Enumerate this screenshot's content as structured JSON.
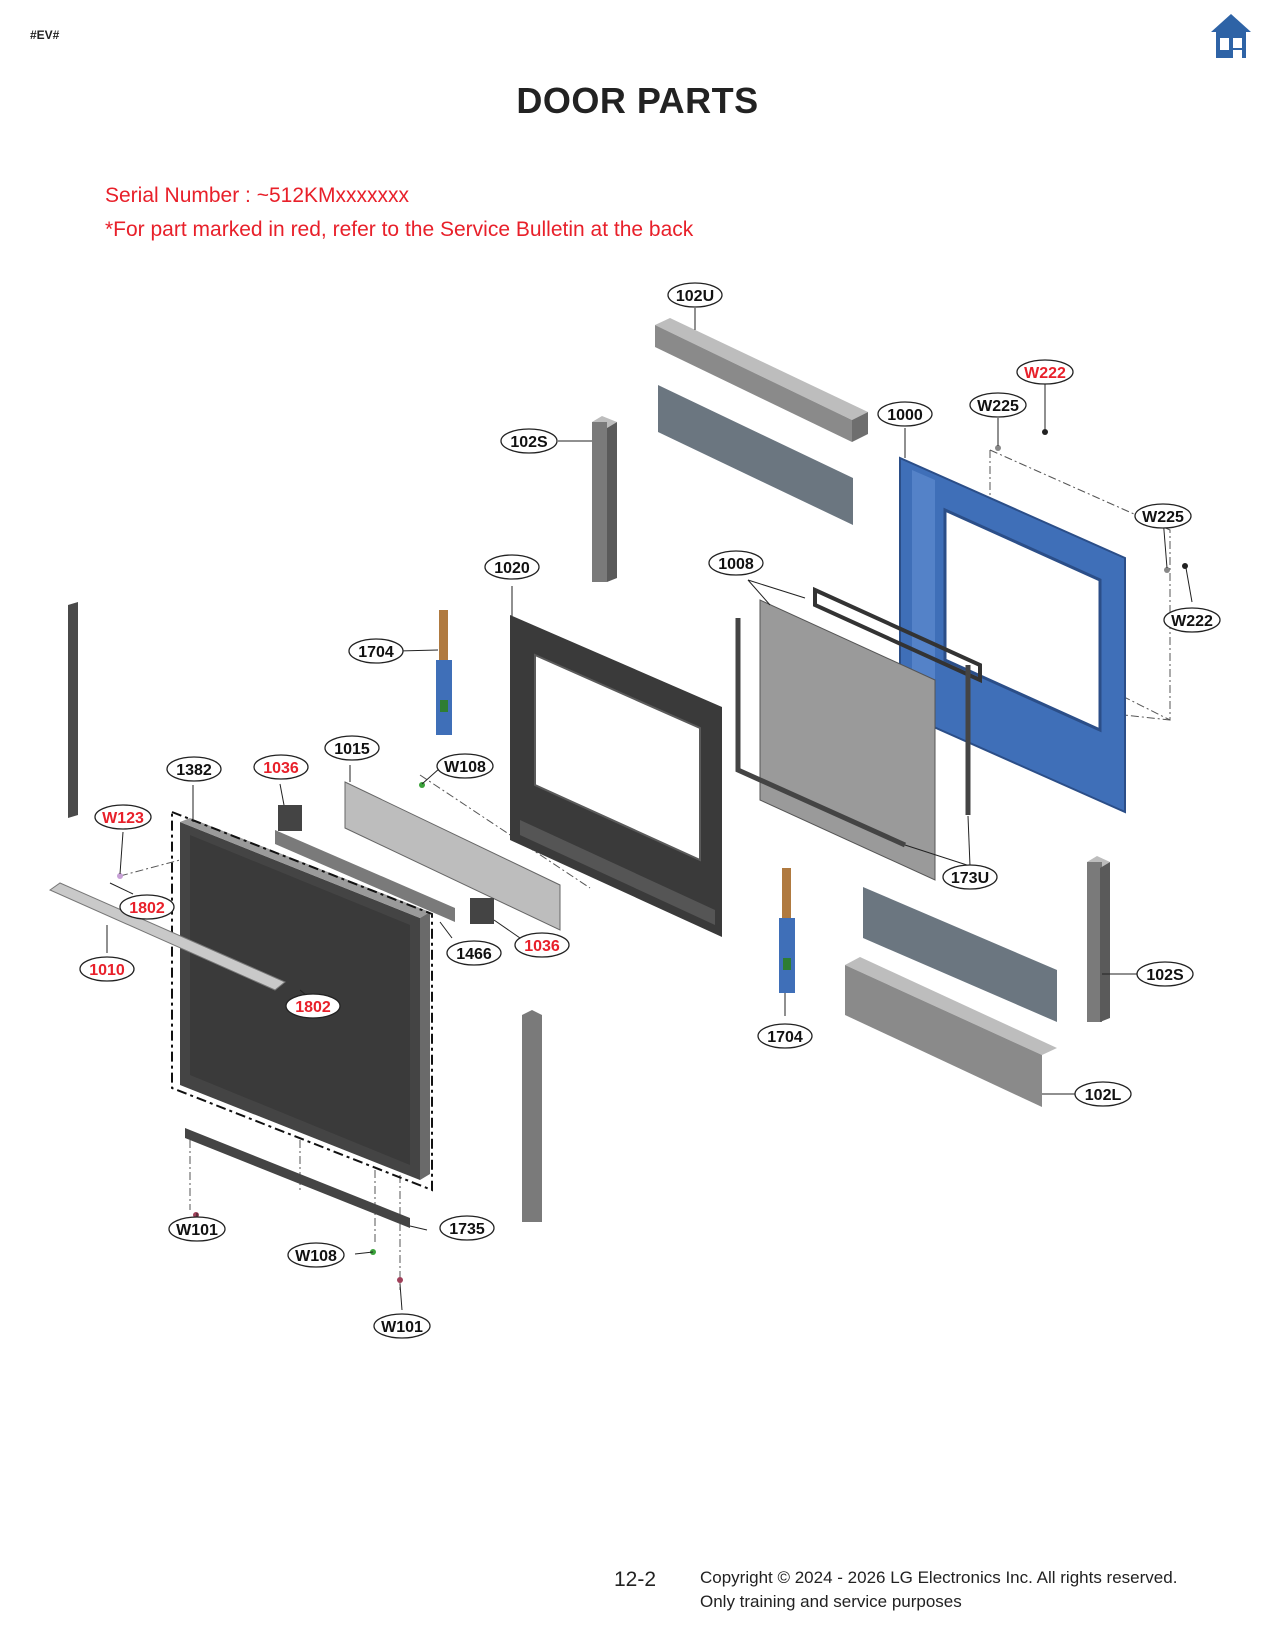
{
  "header": {
    "tag": "#EV#",
    "home_icon": "home-icon",
    "title": "DOOR PARTS"
  },
  "notes": {
    "serial": "Serial Number : ~512KMxxxxxxx",
    "service": "*For part marked in red, refer to the Service Bulletin at the back"
  },
  "colors": {
    "accent_red": "#e8202a",
    "home_blue": "#2e63a6",
    "frame_blue": "#3f6fb8"
  },
  "callouts": [
    {
      "id": "102U",
      "red": false
    },
    {
      "id": "W222",
      "red": true
    },
    {
      "id": "W225",
      "red": false
    },
    {
      "id": "1000",
      "red": false
    },
    {
      "id": "102S",
      "red": false
    },
    {
      "id": "W225",
      "red": false
    },
    {
      "id": "W222",
      "red": false
    },
    {
      "id": "1020",
      "red": false
    },
    {
      "id": "1008",
      "red": false
    },
    {
      "id": "1704",
      "red": false
    },
    {
      "id": "1015",
      "red": false
    },
    {
      "id": "1382",
      "red": false
    },
    {
      "id": "1036",
      "red": true
    },
    {
      "id": "W108",
      "red": false
    },
    {
      "id": "W123",
      "red": true
    },
    {
      "id": "173U",
      "red": false
    },
    {
      "id": "1802",
      "red": true
    },
    {
      "id": "1466",
      "red": false
    },
    {
      "id": "1036",
      "red": true
    },
    {
      "id": "1010",
      "red": true
    },
    {
      "id": "102S",
      "red": false
    },
    {
      "id": "1802",
      "red": true
    },
    {
      "id": "1704",
      "red": false
    },
    {
      "id": "102L",
      "red": false
    },
    {
      "id": "W101",
      "red": false
    },
    {
      "id": "1735",
      "red": false
    },
    {
      "id": "W108",
      "red": false
    },
    {
      "id": "W101",
      "red": false
    }
  ],
  "footer": {
    "page": "12-2",
    "copyright": "Copyright © 2024 - 2026 LG Electronics Inc. All rights reserved.",
    "purpose": "Only training and service purposes"
  }
}
